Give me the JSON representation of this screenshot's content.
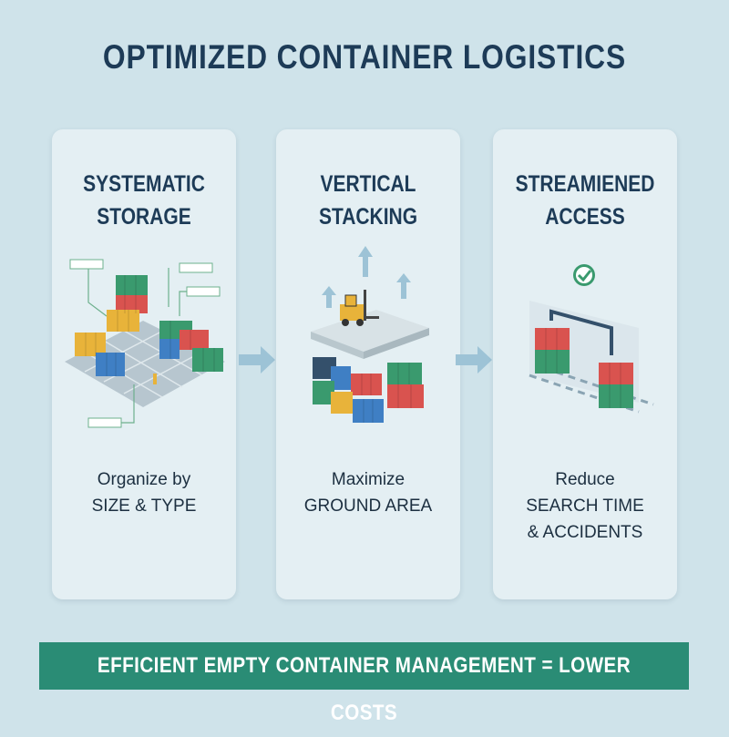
{
  "title": "OPTIMIZED CONTAINER LOGISTICS",
  "panels": [
    {
      "title_line1": "SYSTEMATIC",
      "title_line2": "STORAGE",
      "desc_line1": "Organize by",
      "desc_line2": "SIZE & TYPE",
      "desc_line3": ""
    },
    {
      "title_line1": "VERTICAL",
      "title_line2": "STACKING",
      "desc_line1": "Maximize",
      "desc_line2": "GROUND AREA",
      "desc_line3": ""
    },
    {
      "title_line1": "STREAMIENED",
      "title_line2": "ACCESS",
      "desc_line1": "Reduce",
      "desc_line2": "SEARCH TIME",
      "desc_line3": "& ACCIDENTS"
    }
  ],
  "banner": "EFFICIENT EMPTY CONTAINER MANAGEMENT = LOWER COSTS",
  "icons": [
    "container-yard-icon",
    "forklift-icon",
    "up-arrow-icon",
    "check-circle-icon",
    "crane-icon",
    "right-arrow-icon"
  ],
  "colors": {
    "background": "#cfe3ea",
    "panel": "#e4eff3",
    "title": "#1d3b57",
    "banner": "#2a8c75",
    "container_green": "#3a9a6e",
    "container_red": "#d9534f",
    "container_yellow": "#e8b33a",
    "container_blue": "#3f7fc4",
    "arrow": "#9dc3d6"
  }
}
